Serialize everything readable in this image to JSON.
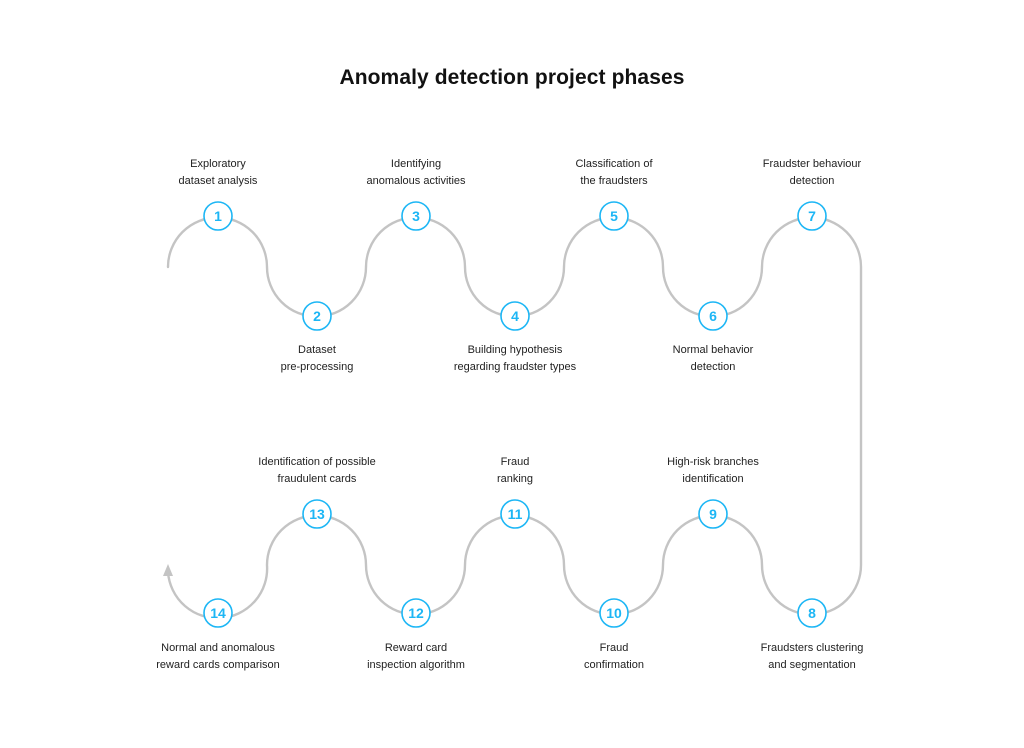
{
  "title": "Anomaly detection project phases",
  "colors": {
    "accent": "#1cb6f5",
    "line": "#c4c4c4",
    "text": "#222222"
  },
  "phases": [
    {
      "number": "1",
      "lines": [
        "Exploratory",
        "dataset analysis"
      ]
    },
    {
      "number": "2",
      "lines": [
        "Dataset",
        "pre-processing"
      ]
    },
    {
      "number": "3",
      "lines": [
        "Identifying",
        "anomalous activities"
      ]
    },
    {
      "number": "4",
      "lines": [
        "Building hypothesis",
        "regarding fraudster types"
      ]
    },
    {
      "number": "5",
      "lines": [
        "Classification of",
        "the fraudsters"
      ]
    },
    {
      "number": "6",
      "lines": [
        "Normal behavior",
        "detection"
      ]
    },
    {
      "number": "7",
      "lines": [
        "Fraudster behaviour",
        "detection"
      ]
    },
    {
      "number": "8",
      "lines": [
        "Fraudsters clustering",
        "and segmentation"
      ]
    },
    {
      "number": "9",
      "lines": [
        "High-risk branches",
        "identification"
      ]
    },
    {
      "number": "10",
      "lines": [
        "Fraud",
        "confirmation"
      ]
    },
    {
      "number": "11",
      "lines": [
        "Fraud",
        "ranking"
      ]
    },
    {
      "number": "12",
      "lines": [
        "Reward card",
        "inspection algorithm"
      ]
    },
    {
      "number": "13",
      "lines": [
        "Identification of possible",
        "fraudulent cards"
      ]
    },
    {
      "number": "14",
      "lines": [
        "Normal and anomalous",
        "reward cards comparison"
      ]
    }
  ]
}
